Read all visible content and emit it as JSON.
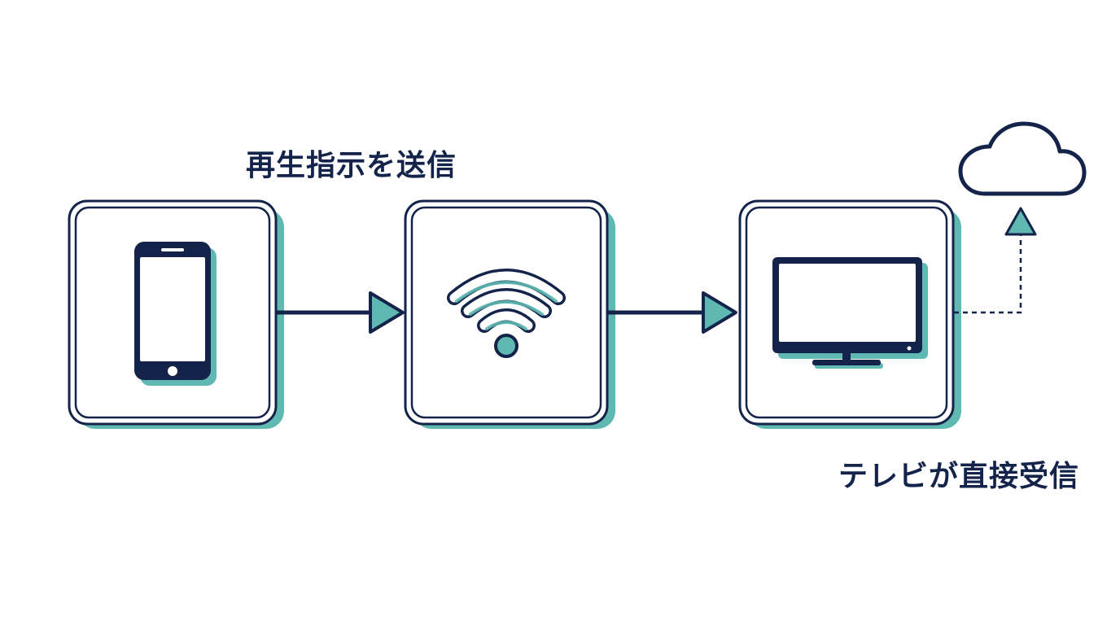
{
  "labels": {
    "send": "再生指示を送信",
    "receive": "テレビが直接受信"
  },
  "nodes": [
    {
      "name": "phone-node",
      "icon": "smartphone-icon"
    },
    {
      "name": "router-node",
      "icon": "wifi-icon"
    },
    {
      "name": "tv-node",
      "icon": "television-icon"
    }
  ],
  "extra_icons": [
    "cloud-icon"
  ],
  "colors": {
    "stroke": "#13234a",
    "accent": "#5fb8b2",
    "background": "#ffffff"
  }
}
